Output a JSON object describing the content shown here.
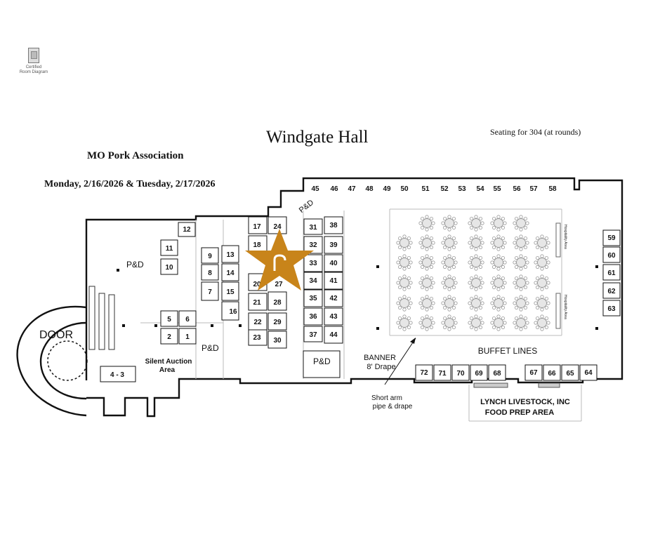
{
  "header": {
    "venue": "Windgate Hall",
    "seating": "Seating for 304 (at rounds)",
    "organization": "MO Pork Association",
    "dates": "Monday, 2/16/2026 & Tuesday, 2/17/2026",
    "certified_line1": "Certified",
    "certified_line2": "Room Diagram"
  },
  "labels": {
    "door": "DOOR",
    "pd": "P&D",
    "silent_auction_1": "Silent Auction",
    "silent_auction_2": "Area",
    "booth_43_combo": "4 - 3",
    "banner_1": "BANNER",
    "banner_2": "8' Drape",
    "short_arm_1": "Short arm",
    "short_arm_2": "pipe & drape",
    "buffet": "BUFFET LINES",
    "food_prep_1": "LYNCH LIVESTOCK, INC",
    "food_prep_2": "FOOD PREP AREA",
    "hospitality": "Hospitality Area"
  },
  "booths": {
    "b1": "1",
    "b2": "2",
    "b5": "5",
    "b6": "6",
    "b7": "7",
    "b8": "8",
    "b9": "9",
    "b10": "10",
    "b11": "11",
    "b12": "12",
    "b13": "13",
    "b14": "14",
    "b15": "15",
    "b16": "16",
    "b17": "17",
    "b18": "18",
    "b20": "20",
    "b21": "21",
    "b22": "22",
    "b23": "23",
    "b24": "24",
    "b27": "27",
    "b28": "28",
    "b29": "29",
    "b30": "30",
    "b31": "31",
    "b32": "32",
    "b33": "33",
    "b34": "34",
    "b35": "35",
    "b36": "36",
    "b37": "37",
    "b38": "38",
    "b39": "39",
    "b40": "40",
    "b41": "41",
    "b42": "42",
    "b43": "43",
    "b44": "44",
    "b45": "45",
    "b46": "46",
    "b47": "47",
    "b48": "48",
    "b49": "49",
    "b50": "50",
    "b51": "51",
    "b52": "52",
    "b53": "53",
    "b54": "54",
    "b55": "55",
    "b56": "56",
    "b57": "57",
    "b58": "58",
    "b59": "59",
    "b60": "60",
    "b61": "61",
    "b62": "62",
    "b63": "63",
    "b64": "64",
    "b65": "65",
    "b66": "66",
    "b67": "67",
    "b68": "68",
    "b69": "69",
    "b70": "70",
    "b71": "71",
    "b72": "72"
  },
  "colors": {
    "star": "#C8841A",
    "star_symbol": "#ffffff",
    "lines": "#111111",
    "tables": "#999999"
  },
  "icons": {
    "marker": "star-icon",
    "certified": "certified-diagram-icon"
  }
}
